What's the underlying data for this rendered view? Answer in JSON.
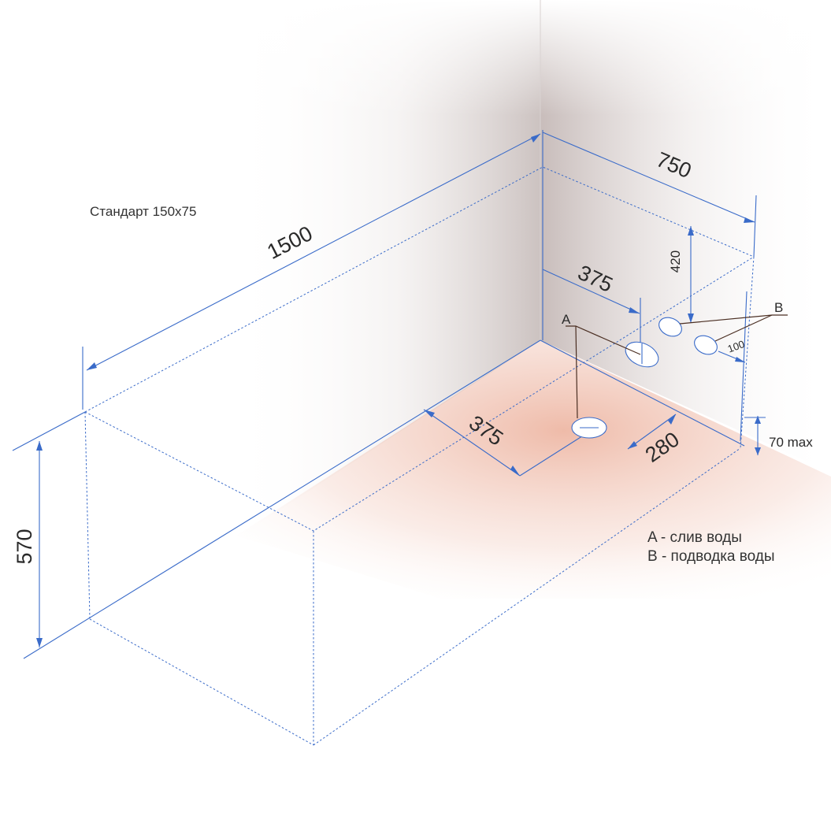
{
  "title": "Стандарт 150x75",
  "dimensions": {
    "length": "1500",
    "width": "750",
    "height": "570",
    "drain_offset_wall": "375",
    "drain_offset_floor": "375",
    "drain_from_wall": "280",
    "supply_height": "420",
    "supply_spacing": "100",
    "floor_gap": "70 max"
  },
  "callouts": {
    "a": "A",
    "b": "B"
  },
  "legend": {
    "a_text": "A - слив воды",
    "b_text": "B - подводка воды"
  },
  "colors": {
    "dimension_lines": "#3a6bc9",
    "leader_lines": "#4a2e22",
    "floor_tint": "#e9a48c",
    "wall_shadow": "#bfb3b0"
  }
}
